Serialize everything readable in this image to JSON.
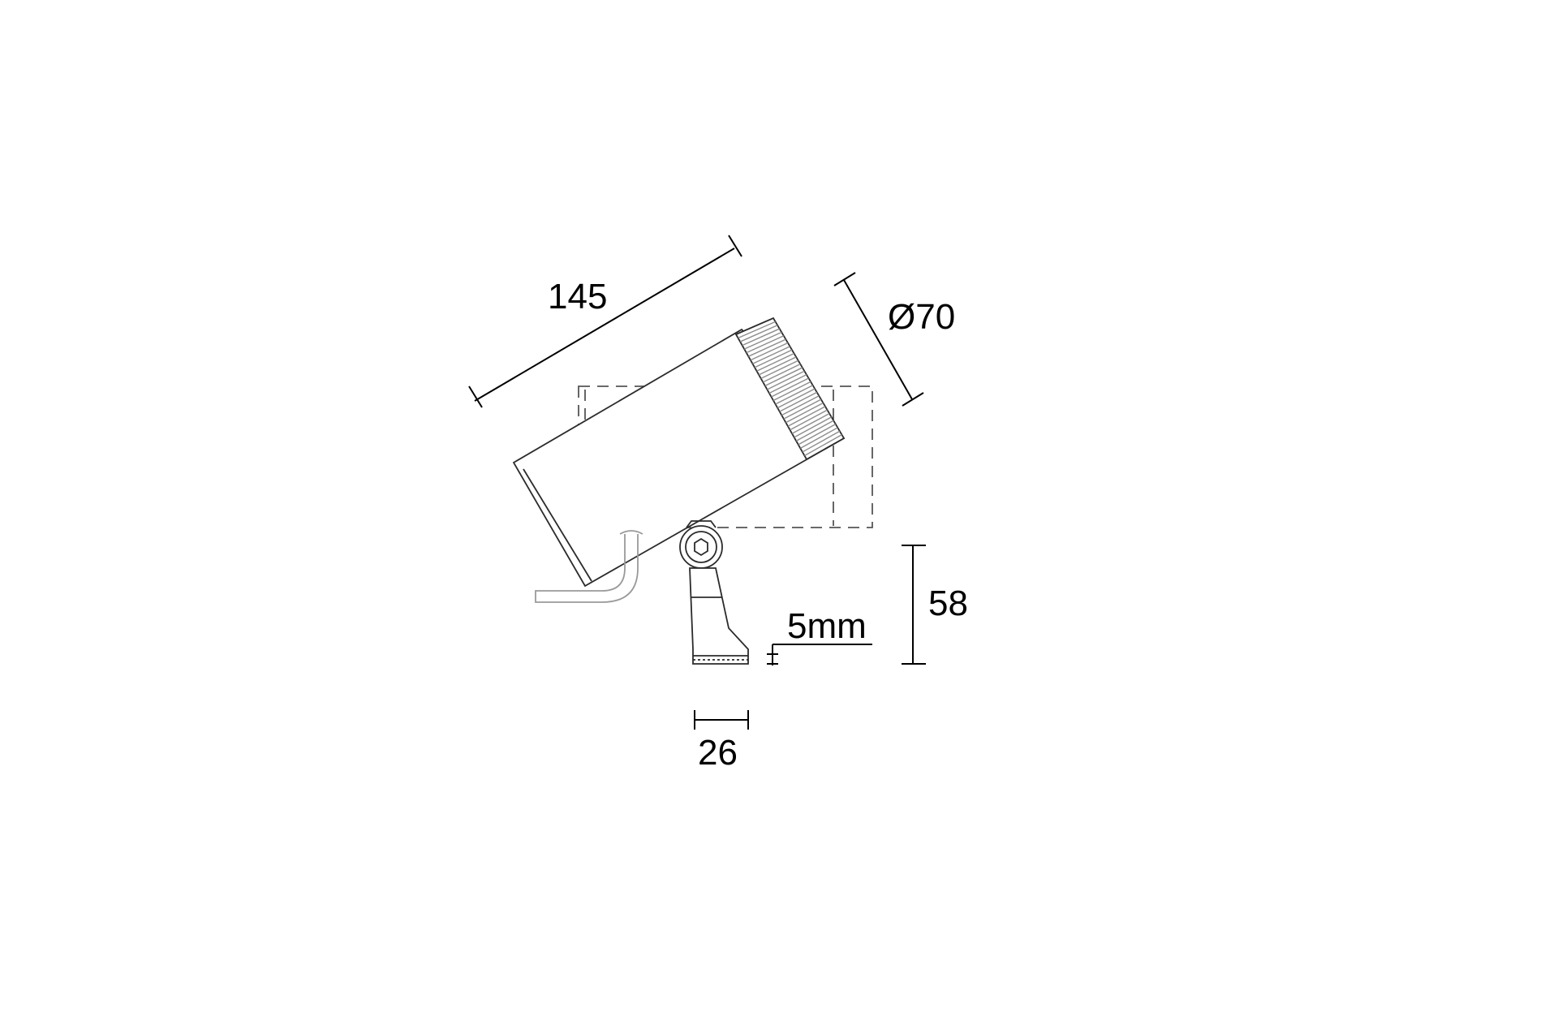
{
  "diagram": {
    "dimensions": {
      "length": "145",
      "diameter": "Ø70",
      "height": "58",
      "base_width": "26",
      "plate_thickness": "5mm"
    },
    "colors": {
      "outline": "#2b2b2b",
      "dimension": "#000000",
      "knurl": "#8c8c8c",
      "hidden": "#555555",
      "light": "#9a9a9a"
    }
  }
}
